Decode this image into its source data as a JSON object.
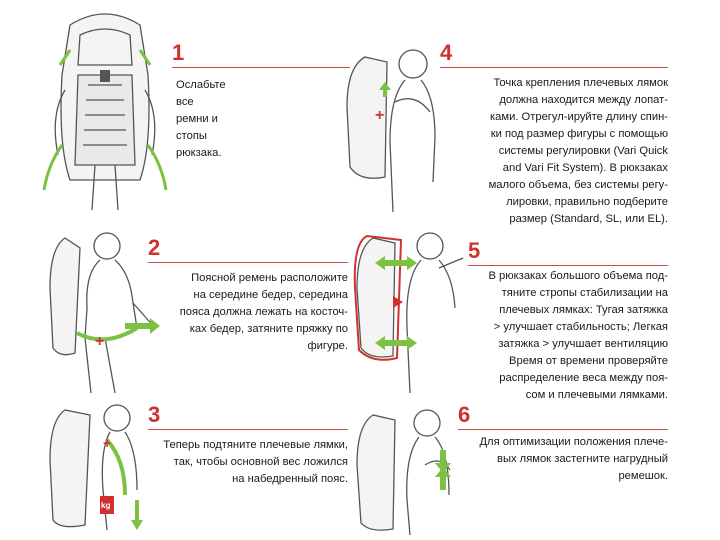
{
  "steps": [
    {
      "number": "1",
      "text": "Ослабьте все ремни и стопы\nрюкзака."
    },
    {
      "number": "2",
      "text": "Поясной ремень расположите\nна середине бедер, середина\nпояса должна лежать на косточ-\nках бедер, затяните пряжку по\nфигуре."
    },
    {
      "number": "3",
      "text": "Теперь подтяните плечевые лямки,\nтак, чтобы основной вес ложился\nна набедренный пояс."
    },
    {
      "number": "4",
      "text": "Точка крепления плечевых лямок\nдолжна находится между лопат-\nками. Отрегул-ируйте длину спин-\nки под размер фигуры с помощью\nсистемы регулировки (Vari Quick\nand Vari Fit System). В рюкзаках\nмалого объема, без системы регу-\nлировки, правильно подберите\nразмер (Standard, SL, или EL)."
    },
    {
      "number": "5",
      "text": "В рюкзаках большого объема под-\nтяните стропы стабилизации на\nплечевых лямках: Тугая затяжка\n> улучшает стабильность; Легкая\nзатяжка > улучшает вентиляцию\nВремя от времени проверяйте\nраспределение веса между поя-\nсом и плечевыми лямками."
    },
    {
      "number": "6",
      "text": "Для оптимизации положения плече-\nвых лямок застегните нагрудный\nремешок."
    }
  ],
  "illustrations": {
    "weight_tag": "kg"
  },
  "colors": {
    "accent_red": "#d0312d",
    "strap_green": "#7cc242",
    "line_gray": "#555555"
  }
}
